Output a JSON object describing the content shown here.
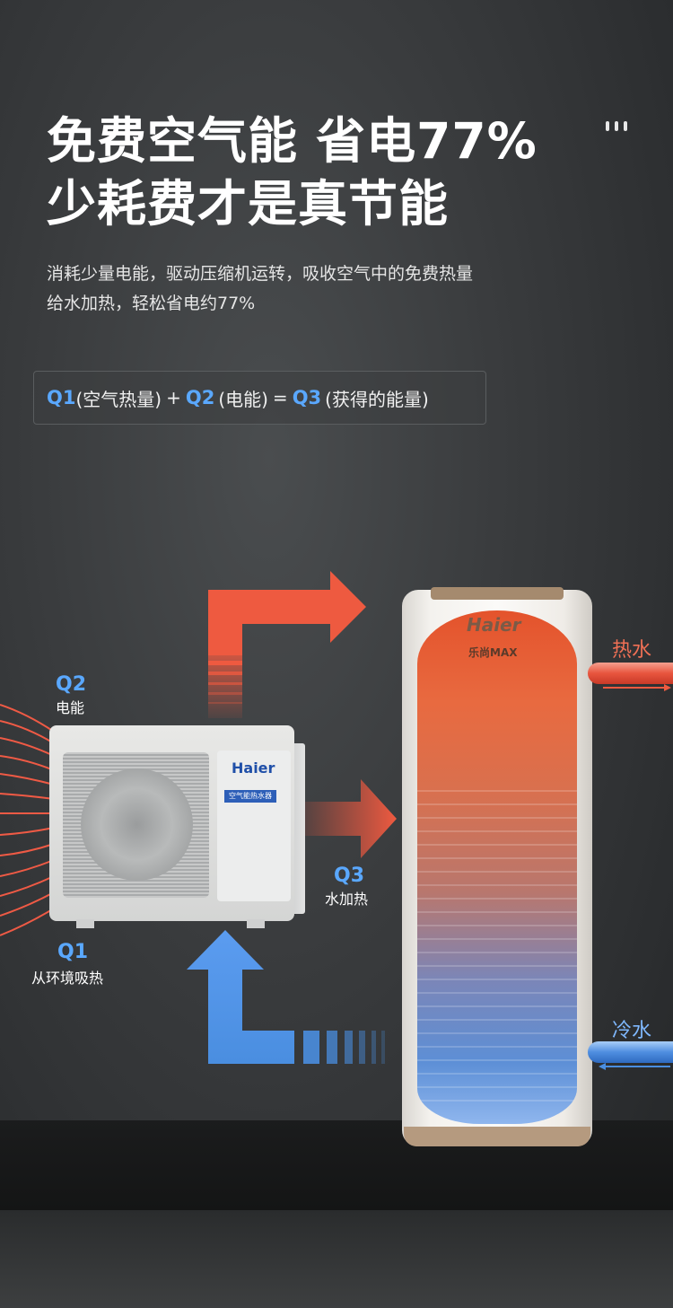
{
  "headline": {
    "line1": "免费空气能 省电77%",
    "line2": "少耗费才是真节能"
  },
  "description": {
    "line1": "消耗少量电能，驱动压缩机运转，吸收空气中的免费热量",
    "line2": "给水加热，轻松省电约77%"
  },
  "formula": {
    "q1": "Q1",
    "q1_text": "(空气热量)",
    "plus": "+",
    "q2": "Q2",
    "q2_text": "(电能)",
    "equals": "=",
    "q3": "Q3",
    "q3_text": "(获得的能量)"
  },
  "diagram": {
    "q2_label": "Q2",
    "q2_text": "电能",
    "q3_label": "Q3",
    "q3_text": "水加热",
    "q1_label": "Q1",
    "q1_text": "从环境吸热",
    "hot_water": "热水",
    "cold_water": "冷水"
  },
  "product": {
    "tank_brand": "Haier",
    "tank_model": "乐尚MAX",
    "unit_brand": "Haier",
    "unit_tag": "空气能热水器"
  },
  "colors": {
    "accent_blue": "#5aa8ff",
    "hot_red": "#ee5a40",
    "cold_blue": "#4a8ee0"
  }
}
